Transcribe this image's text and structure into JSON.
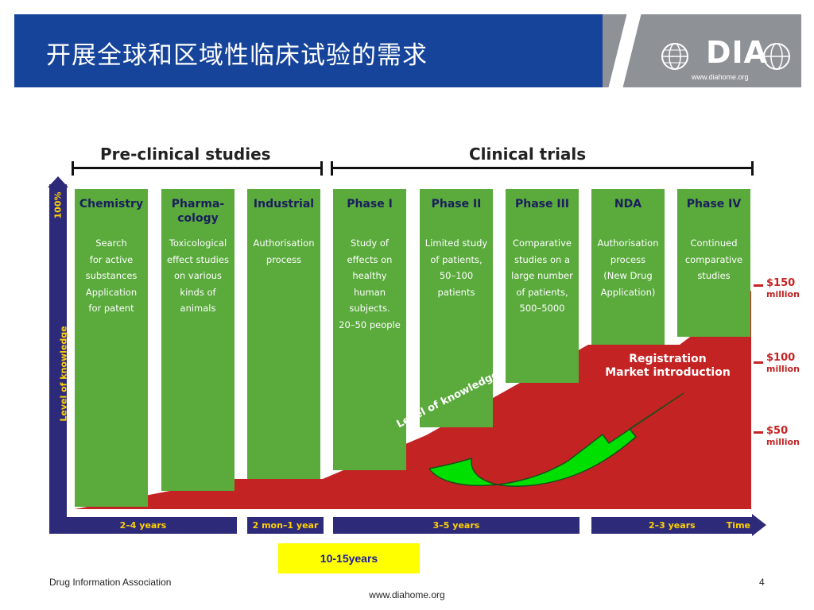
{
  "header": {
    "title": "开展全球和区域性临床试验的需求",
    "logo_text": "DIA",
    "logo_url": "www.diahome.org",
    "colors": {
      "banner": "#16449a",
      "logo_panel": "#8e9196"
    }
  },
  "diagram": {
    "sections": {
      "preclinical": "Pre-clinical studies",
      "clinical": "Clinical trials"
    },
    "yaxis": {
      "top_label": "100%",
      "label": "Level of knowledge"
    },
    "columns": [
      {
        "title": "Chemistry",
        "body": [
          "Search",
          "for active",
          "substances",
          "Application",
          "for patent"
        ]
      },
      {
        "title": "Pharma-\ncology",
        "body": [
          "Toxicological",
          "effect studies",
          "on various",
          "kinds of",
          "animals"
        ]
      },
      {
        "title": "Industrial",
        "body": [
          "Authorisation",
          "process"
        ]
      },
      {
        "title": "Phase I",
        "body": [
          "Study of",
          "effects on",
          "healthy",
          "human",
          "subjects.",
          "20–50 people"
        ]
      },
      {
        "title": "Phase II",
        "body": [
          "Limited study",
          "of patients,",
          "50–100",
          "patients"
        ]
      },
      {
        "title": "Phase III",
        "body": [
          "Comparative",
          "studies on a",
          "large number",
          "of patients,",
          "500–5000"
        ]
      },
      {
        "title": "NDA",
        "body": [
          "Authorisation",
          "process",
          "(New Drug",
          "Application)"
        ]
      },
      {
        "title": "Phase IV",
        "body": [
          "Continued",
          "comparative",
          "studies"
        ]
      }
    ],
    "timebars": [
      "2–4 years",
      "2 mon–1 year",
      "3–5 years",
      "2–3 years"
    ],
    "time_label": "Time",
    "costs": [
      {
        "amount": "$150",
        "unit": "million"
      },
      {
        "amount": "$100",
        "unit": "million"
      },
      {
        "amount": "$50",
        "unit": "million"
      }
    ],
    "area_labels": {
      "registration": "Registration",
      "market": "Market introduction",
      "knowledge": "Level of knowledge"
    },
    "colors": {
      "column_green": "#5aaa3c",
      "knowledge_red": "#c42323",
      "axis_navy": "#2e2a7a",
      "axis_text": "#ffd200",
      "arrow_green": "#00e000"
    }
  },
  "callout": {
    "duration": "10-15years"
  },
  "footer": {
    "organization": "Drug Information Association",
    "page_number": "4",
    "url": "www.diahome.org"
  }
}
